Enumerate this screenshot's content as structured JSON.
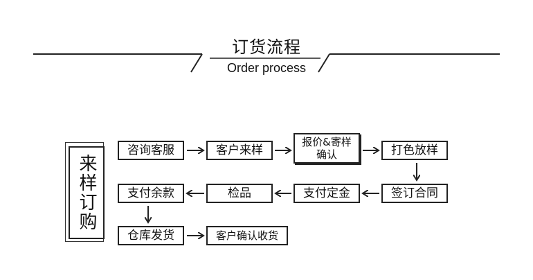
{
  "header": {
    "title_cn": "订货流程",
    "title_en": "Order process"
  },
  "side_label": "来样订购",
  "steps": {
    "s1": "咨询客服",
    "s2": "客户来样",
    "s3": "报价&寄样\n确认",
    "s4": "打色放样",
    "s5": "签订合同",
    "s6": "支付定金",
    "s7": "检品",
    "s8": "支付余款",
    "s9": "仓库发货",
    "s10": "客户确认收货"
  },
  "colors": {
    "line": "#222222",
    "background": "#ffffff"
  }
}
